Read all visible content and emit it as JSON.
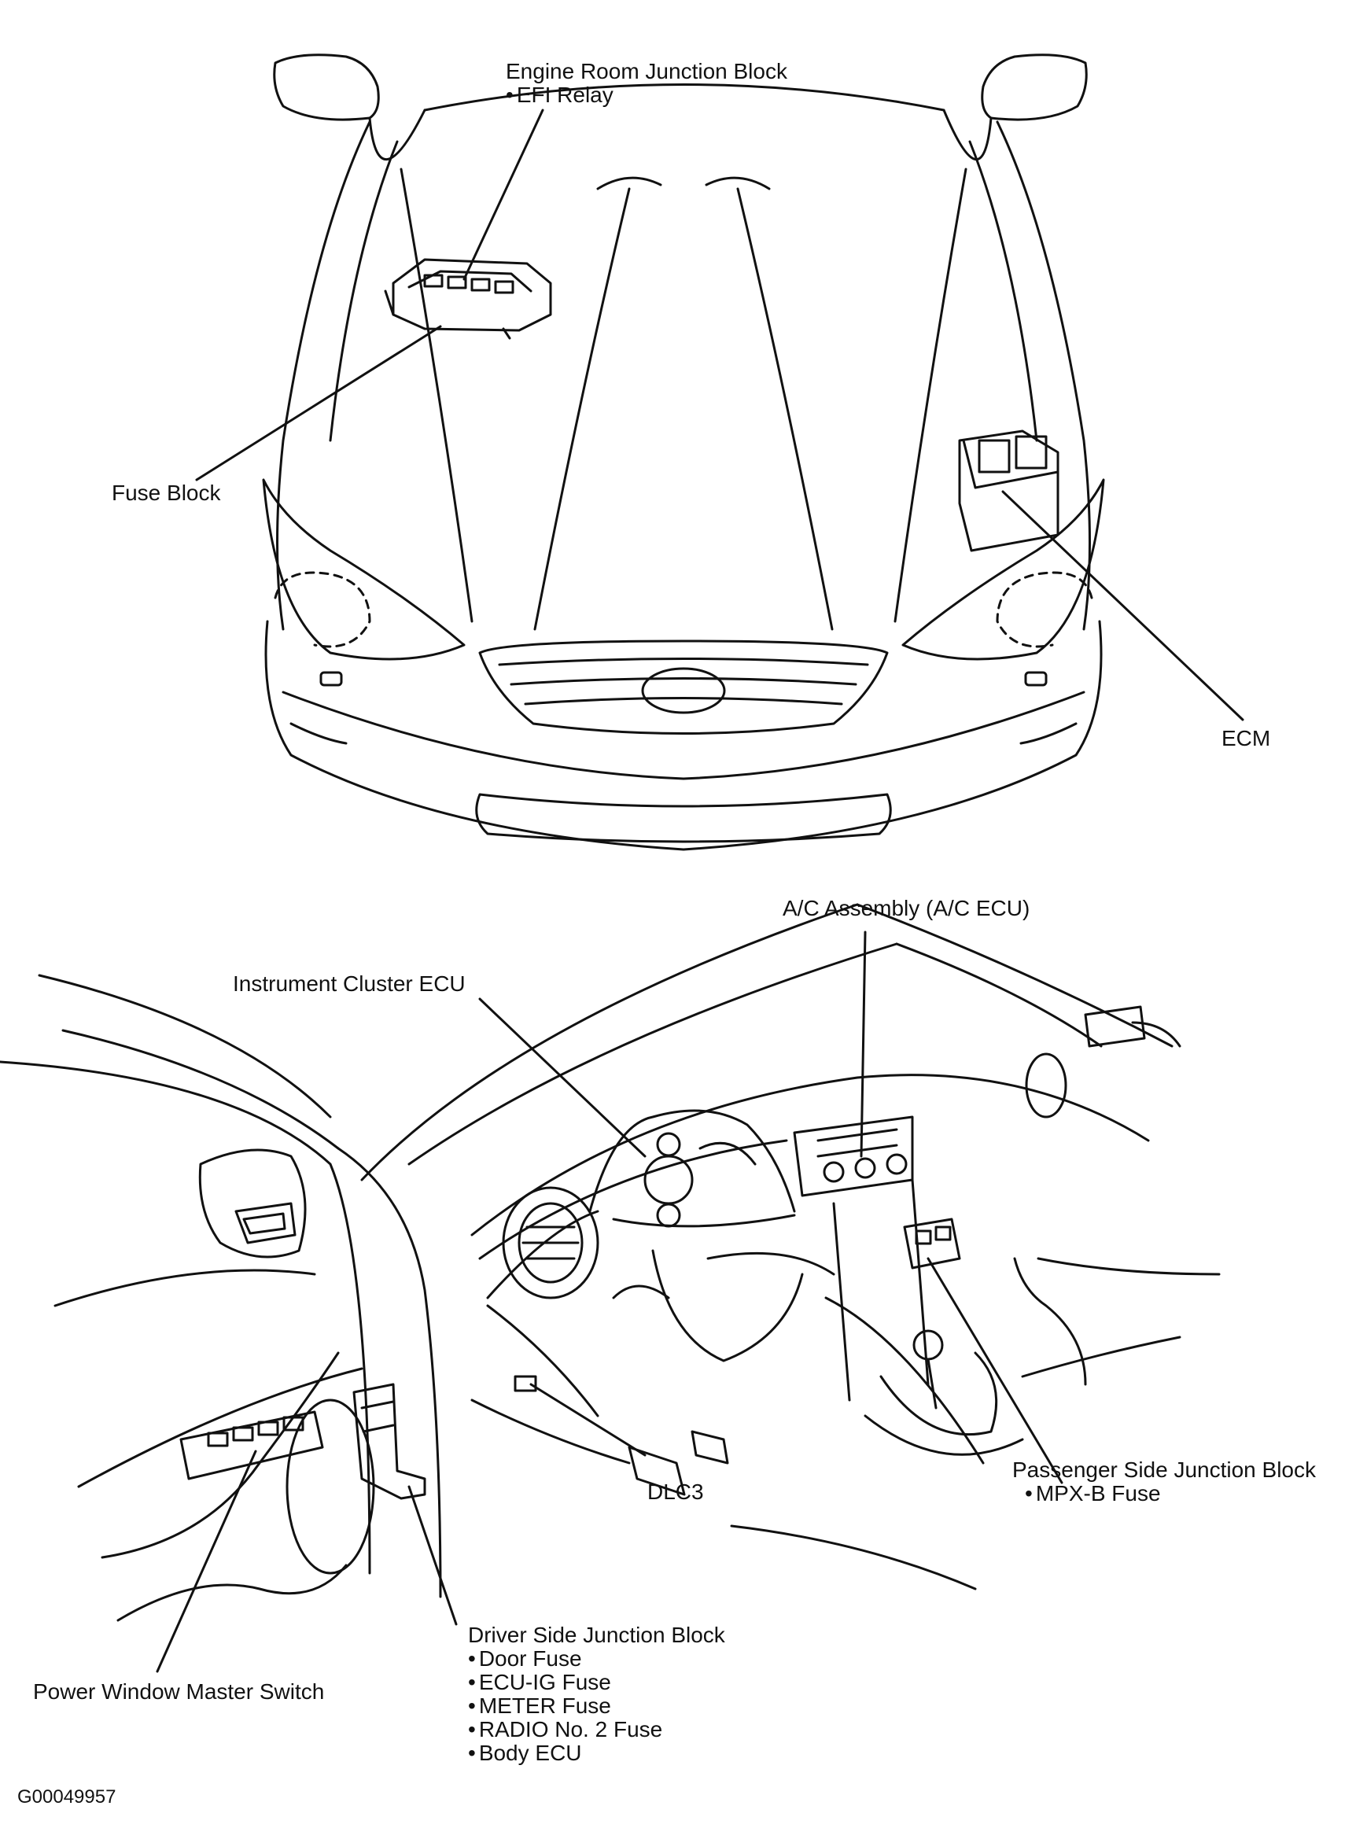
{
  "colors": {
    "ink": "#111111",
    "paper": "#ffffff"
  },
  "labels": {
    "engine_room_jb": {
      "title": "Engine Room Junction Block",
      "items": [
        "EFI Relay"
      ]
    },
    "fuse_block": "Fuse Block",
    "ecm": "ECM",
    "ac_assembly": "A/C Assembly (A/C ECU)",
    "instrument_cluster": "Instrument Cluster ECU",
    "passenger_jb": {
      "title": "Passenger Side Junction Block",
      "items": [
        "MPX-B Fuse"
      ]
    },
    "dlc3": "DLC3",
    "driver_jb": {
      "title": "Driver Side Junction Block",
      "items": [
        "Door Fuse",
        "ECU-IG Fuse",
        "METER Fuse",
        "RADIO No. 2 Fuse",
        "Body ECU"
      ]
    },
    "pw_master": "Power Window Master Switch",
    "figure_id": "G00049957"
  }
}
